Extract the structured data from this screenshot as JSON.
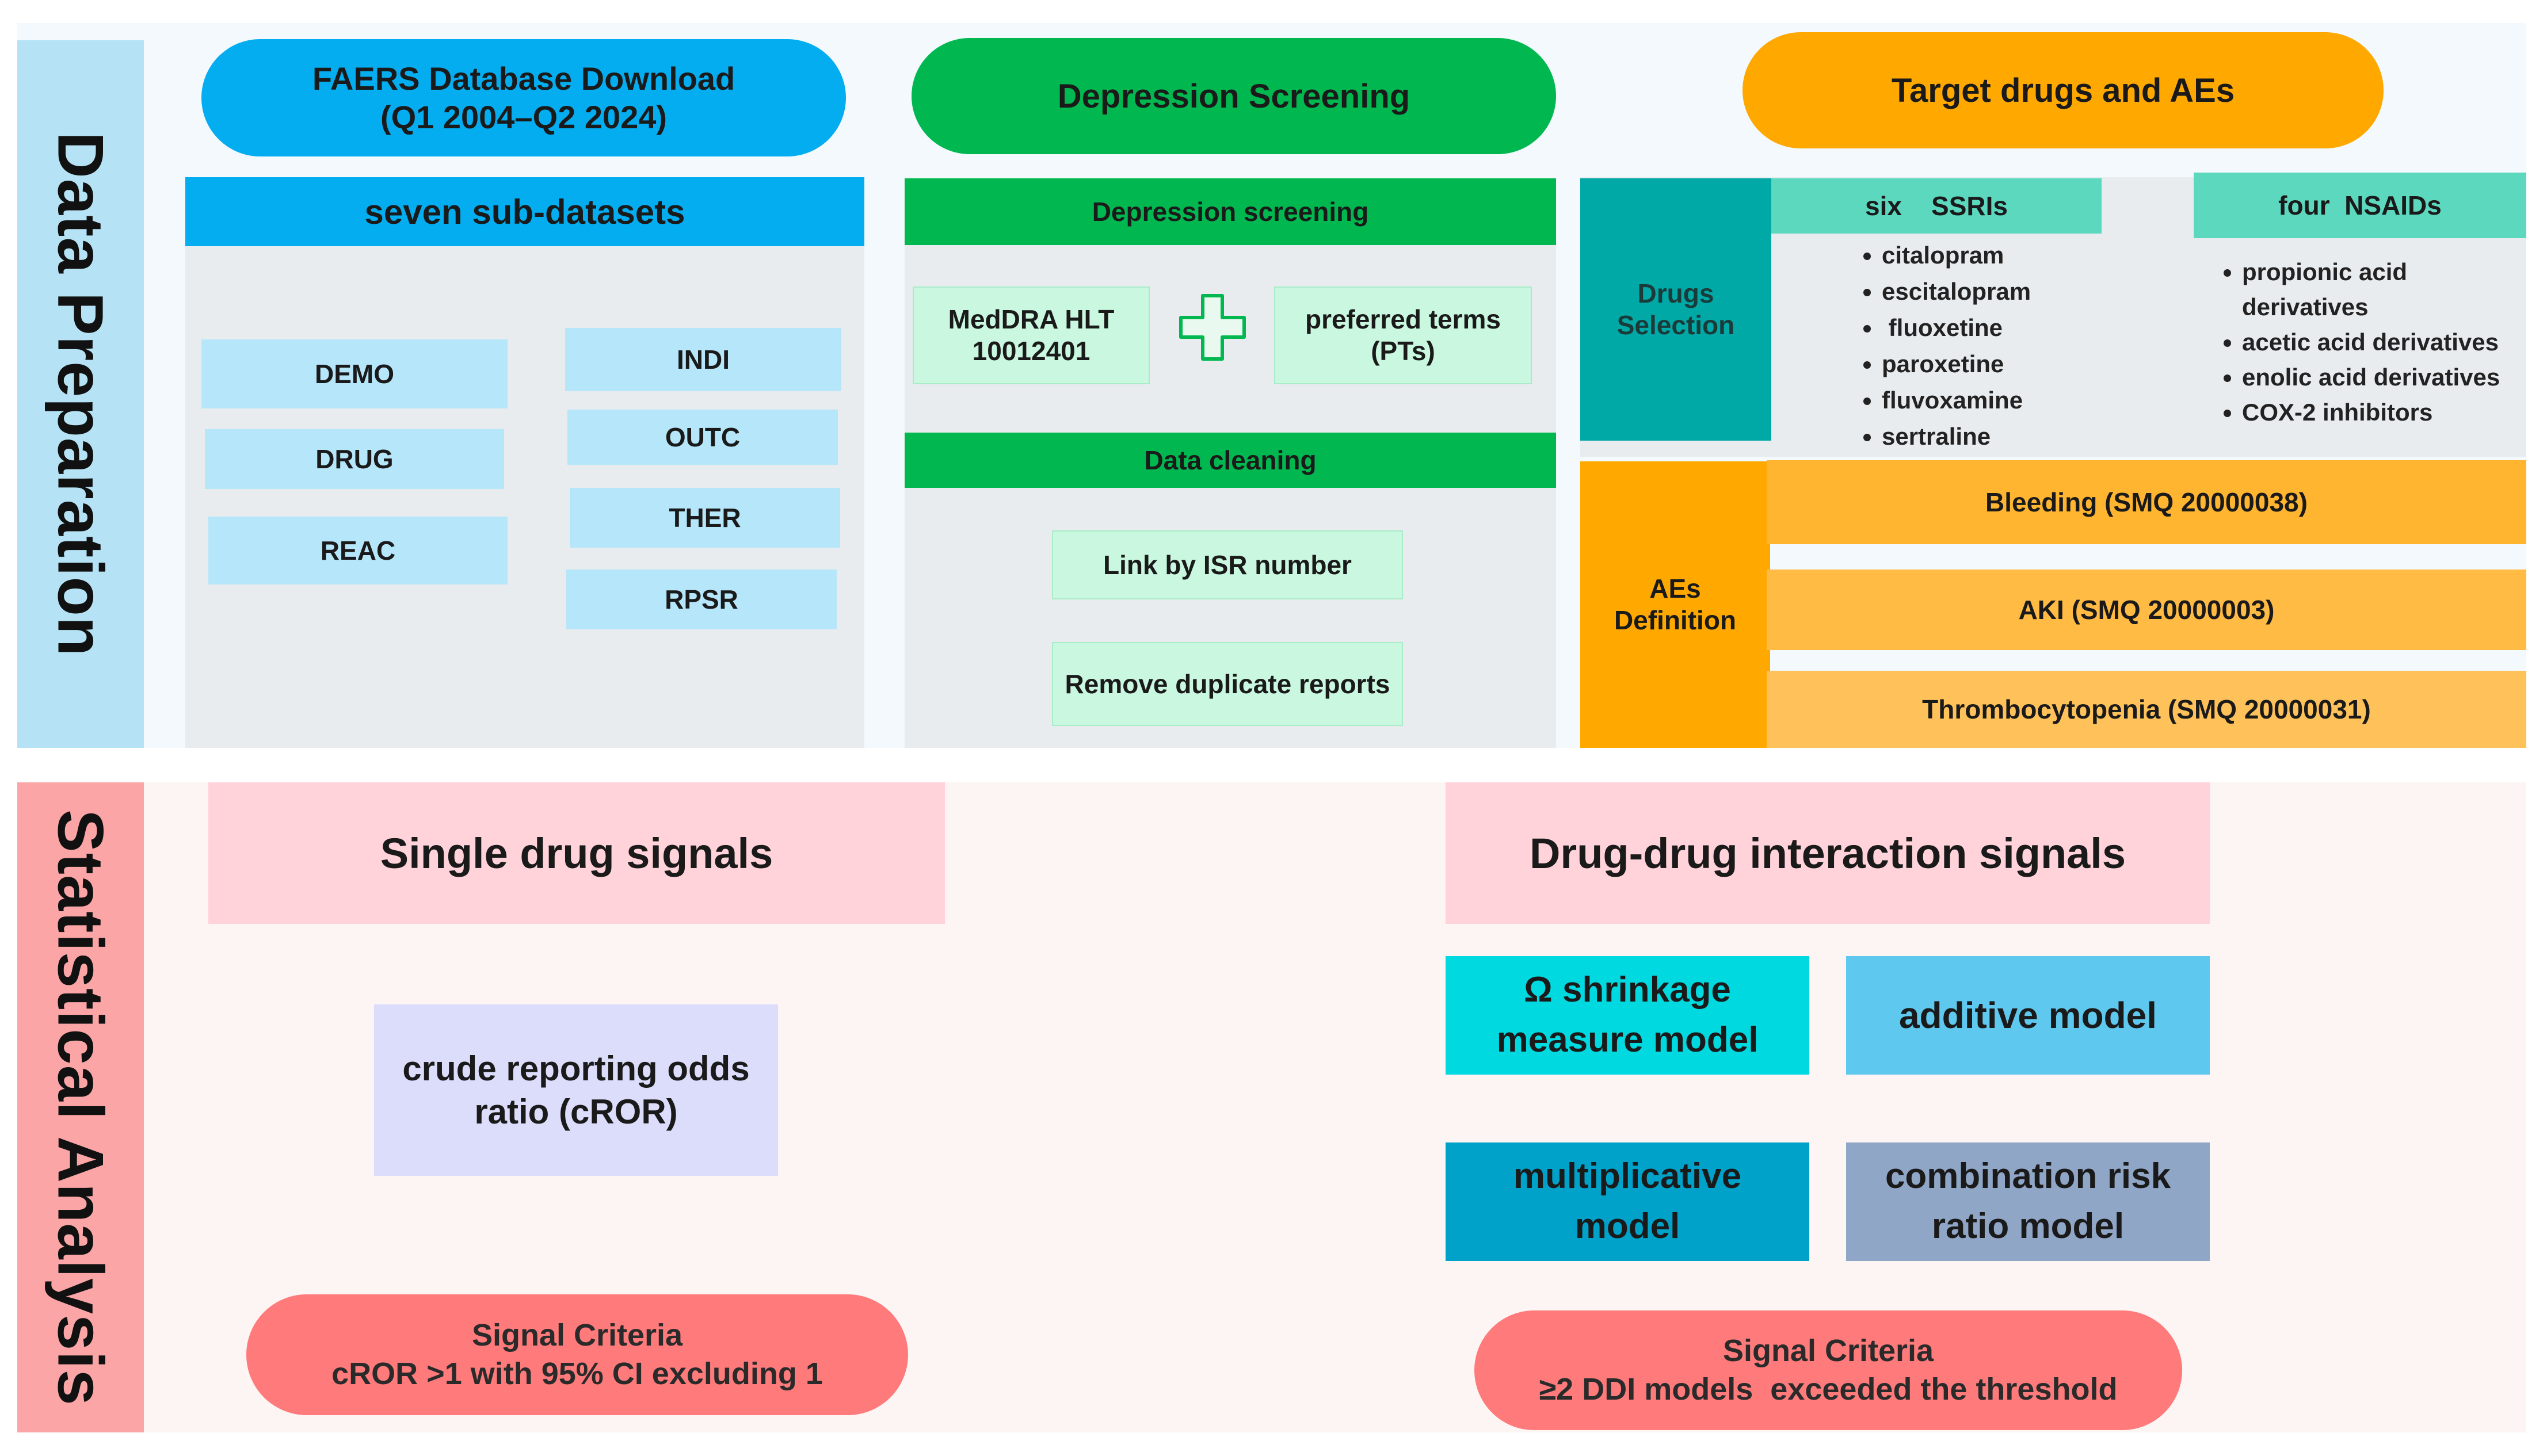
{
  "sections": {
    "data_preparation": "Data Preparation",
    "statistical_analysis": "Statistical Analysis"
  },
  "faers": {
    "title_line1": "FAERS Database Download",
    "title_line2": "(Q1 2004–Q2 2024)",
    "subheader": "seven sub-datasets",
    "datasets_left": [
      "DEMO",
      "DRUG",
      "REAC"
    ],
    "datasets_right": [
      "INDI",
      "OUTC",
      "THER",
      "RPSR"
    ]
  },
  "depression": {
    "title": "Depression Screening",
    "subheader": "Depression screening",
    "meddra_line1": "MedDRA HLT",
    "meddra_line2": "10012401",
    "pt_line1": "preferred terms",
    "pt_line2": "(PTs)",
    "cleaning_header": "Data cleaning",
    "link": "Link by ISR number",
    "remove": "Remove duplicate reports"
  },
  "targets": {
    "title": "Target drugs and AEs",
    "drugs_selection_line1": "Drugs",
    "drugs_selection_line2": "Selection",
    "ssri_header": "six    SSRIs",
    "ssris": [
      "citalopram",
      "escitalopram",
      " fluoxetine",
      "paroxetine",
      "fluvoxamine",
      "sertraline"
    ],
    "nsaid_header": "four  NSAIDs",
    "nsaids": [
      "propionic acid derivatives",
      "acetic acid derivatives",
      "enolic acid derivatives",
      "COX-2 inhibitors"
    ],
    "aes_line1": "AEs",
    "aes_line2": "Definition",
    "aes": [
      "Bleeding (SMQ 20000038)",
      "AKI (SMQ 20000003)",
      "Thrombocytopenia (SMQ 20000031)"
    ]
  },
  "single": {
    "title": "Single drug signals",
    "method_line1": "crude reporting odds",
    "method_line2": "ratio (cROR)",
    "criteria_line1": "Signal Criteria",
    "criteria_line2": "cROR >1 with 95% CI excluding 1"
  },
  "ddi": {
    "title": "Drug-drug interaction signals",
    "shrinkage_line1": "Ω shrinkage",
    "shrinkage_line2": "measure model",
    "additive": "additive model",
    "multiplicative_line1": "multiplicative",
    "multiplicative_line2": "model",
    "combination_line1": "combination risk",
    "combination_line2": "ratio model",
    "criteria_line1": "Signal Criteria",
    "criteria_line2": "≥2 DDI models  exceeded the threshold"
  },
  "colors": {
    "faers_blue": "#04adf0",
    "depression_green": "#00b84f",
    "target_orange": "#ffa800",
    "drugs_teal": "#00a8a6",
    "drug_header_mint": "#5cd8bf",
    "ae_orange_1": "#ffb530",
    "ae_orange_2": "#ffbb44",
    "ae_orange_3": "#ffc25a",
    "pink_header": "#ffd3d9",
    "lavender": "#dcdcfb",
    "red_pill": "#ff7b7b",
    "cyan": "#00d9e0",
    "sky": "#5ec8ee",
    "deep_blue": "#00a2c9",
    "slate": "#8fa6c6"
  }
}
